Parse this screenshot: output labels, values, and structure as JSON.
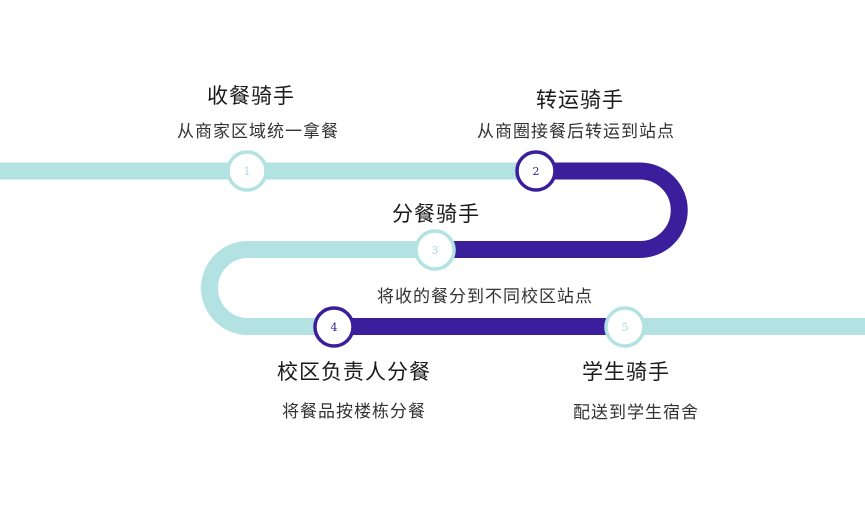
{
  "colors": {
    "light_track": "#b2e2e2",
    "dark_track": "#3a1e9b",
    "node_fill": "#ffffff",
    "light_node_text": "#a9dada",
    "dark_node_text": "#3a1e9b"
  },
  "steps": [
    {
      "number": "1",
      "title": "收餐骑手",
      "desc": "从商家区域统一拿餐",
      "active": false
    },
    {
      "number": "2",
      "title": "转运骑手",
      "desc": "从商圈接餐后转运到站点",
      "active": true
    },
    {
      "number": "3",
      "title": "分餐骑手",
      "desc": "将收的餐分到不同校区站点",
      "active": false
    },
    {
      "number": "4",
      "title": "校区负责人分餐",
      "desc": "将餐品按楼栋分餐",
      "active": true
    },
    {
      "number": "5",
      "title": "学生骑手",
      "desc": "配送到学生宿舍",
      "active": false
    }
  ]
}
